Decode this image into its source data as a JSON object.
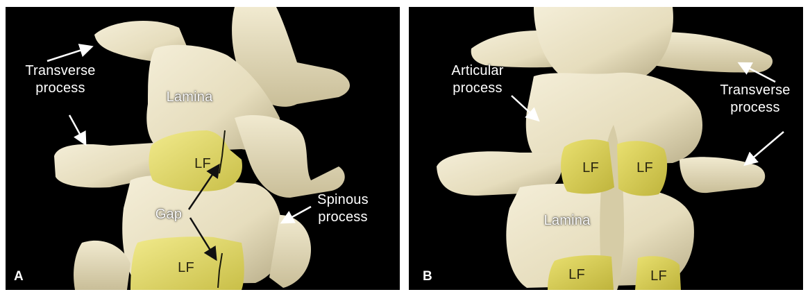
{
  "panel_a": {
    "letter": "A",
    "labels": {
      "transverse_process": "Transverse\nprocess",
      "lamina": "Lamina",
      "lf_upper": "LF",
      "lf_lower": "LF",
      "gap": "Gap",
      "spinous_process": "Spinous\nprocess"
    }
  },
  "panel_b": {
    "letter": "B",
    "labels": {
      "articular_process": "Articular\nprocess",
      "transverse_process": "Transverse\nprocess",
      "lf_left": "LF",
      "lf_right": "LF",
      "lamina": "Lamina",
      "lf_bottom_left": "LF",
      "lf_bottom_right": "LF"
    }
  },
  "colors": {
    "background": "#000000",
    "bone": "#ece4c6",
    "bone_shadow": "#b9ae8a",
    "ligament": "#e6de6e",
    "label_text": "#ffffff"
  }
}
